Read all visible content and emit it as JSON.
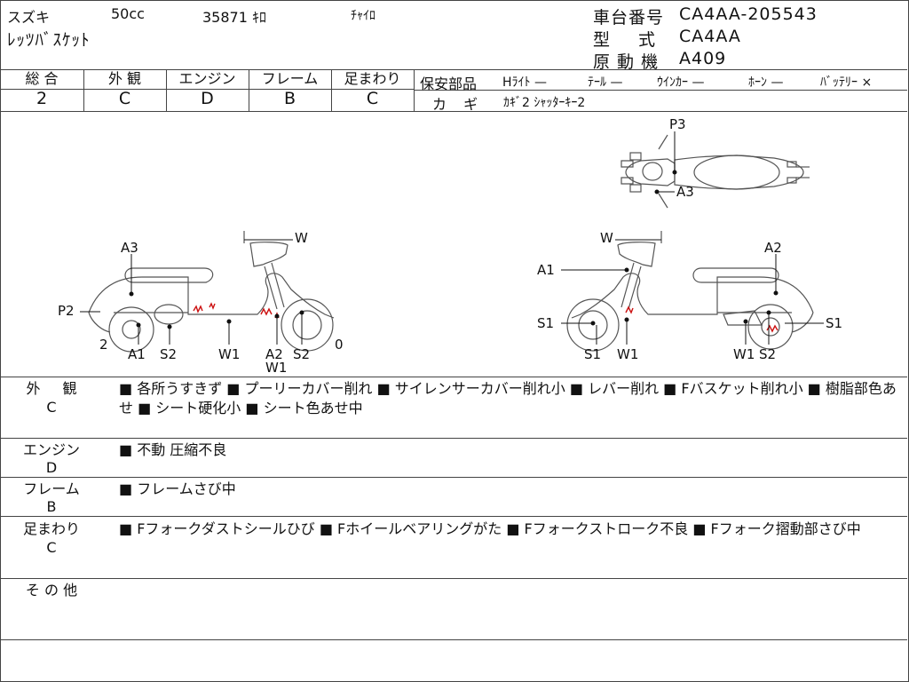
{
  "header": {
    "maker": "スズキ",
    "displacement": "50cc",
    "mileage": "35871 ｷﾛ",
    "color": "ﾁｬｲﾛ",
    "model_name": "ﾚｯﾂﾊﾞｽｹｯﾄ",
    "frame_no_label": "車台番号",
    "frame_no_value": "CA4AA-205543",
    "type_label": "型 式",
    "type_value": "CA4AA",
    "engine_label": "原 動 機",
    "engine_value": "A409"
  },
  "grades": {
    "overall_label": "総 合",
    "overall_value": "2",
    "exterior_label": "外 観",
    "exterior_value": "C",
    "engine_label": "エンジン",
    "engine_value": "D",
    "frame_label": "フレーム",
    "frame_value": "B",
    "suspension_label": "足まわり",
    "suspension_value": "C"
  },
  "safety": {
    "label": "保安部品",
    "headlight": "Hﾗｲﾄ —",
    "taillight": "ﾃｰﾙ —",
    "winker": "ｳｲﾝｶｰ —",
    "horn": "ﾎｰﾝ —",
    "battery": "ﾊﾞｯﾃﾘｰ ×",
    "key_label": "カ ギ",
    "key_value": "ｶｷﾞ2 ｼｬｯﾀｰｷｰ2"
  },
  "diagram_labels": {
    "top_p3": "P3",
    "top_a3": "A3",
    "left_w": "W",
    "left_a3": "A3",
    "left_p2": "P2",
    "left_2": "2",
    "left_0": "0",
    "left_a1": "A1",
    "left_s2a": "S2",
    "left_w1": "W1",
    "left_a2": "A2",
    "left_w1b": "W1",
    "left_s2b": "S2",
    "right_w": "W",
    "right_a2": "A2",
    "right_a1": "A1",
    "right_s1a": "S1",
    "right_s1b": "S1",
    "right_s1c": "S1",
    "right_w1a": "W1",
    "right_w1b": "W1",
    "right_s2": "S2"
  },
  "details": {
    "exterior_label": "外 観",
    "exterior_grade": "C",
    "exterior_text": "■ 各所うすきず ■ プーリーカバー削れ ■ サイレンサーカバー削れ小 ■ レバー削れ ■ Fバスケット削れ小 ■ 樹脂部色あせ ■ シート硬化小 ■ シート色あせ中",
    "engine_label": "エンジン",
    "engine_grade": "D",
    "engine_text": "■ 不動 圧縮不良",
    "frame_label": "フレーム",
    "frame_grade": "B",
    "frame_text": "■ フレームさび中",
    "suspension_label": "足まわり",
    "suspension_grade": "C",
    "suspension_text": "■ Fフォークダストシールひび ■ Fホイールベアリングがた ■ Fフォークストローク不良 ■ Fフォーク摺動部さび中",
    "other_label": "そ の 他"
  },
  "colors": {
    "border": "#444444",
    "damage_mark": "#cc1111",
    "sketch": "#555555"
  }
}
